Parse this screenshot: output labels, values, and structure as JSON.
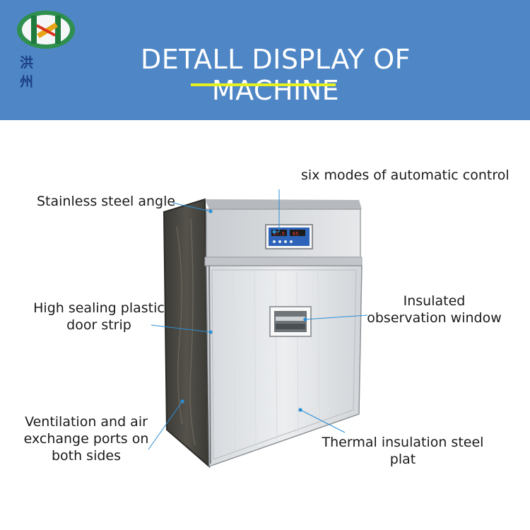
{
  "header": {
    "brand_text": "洪 州",
    "title": "DETALL DISPLAY OF MACHINE"
  },
  "callouts": {
    "control": "six modes of automatic control",
    "angle": "Stainless steel angle",
    "strip_line1": "High sealing plastic",
    "strip_line2": "door strip",
    "window_line1": "Insulated",
    "window_line2": "observation window",
    "vent_line1": "Ventilation and air",
    "vent_line2": "exchange ports on",
    "vent_line3": "both sides",
    "plate_line1": "Thermal insulation steel",
    "plate_line2": "plat"
  },
  "panel": {
    "display_values": [
      "37.5",
      "65"
    ]
  },
  "colors": {
    "header_bg": "#4f87c6",
    "accent_line": "#e6f01d",
    "leader_line": "#2b8fd6",
    "brand_dark": "#1b3f86"
  }
}
